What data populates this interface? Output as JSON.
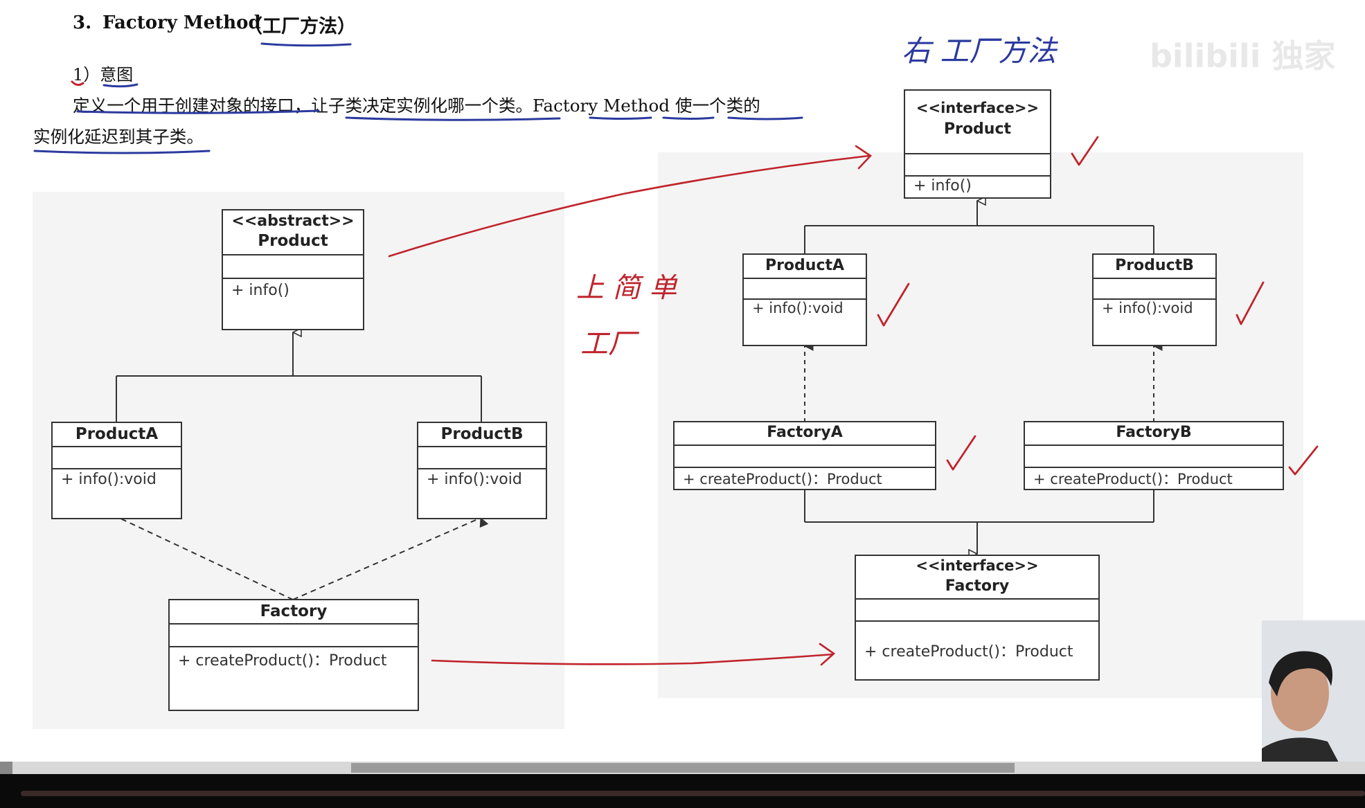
{
  "heading": {
    "number": "3.",
    "title": "Factory Method",
    "title_cn": "（工厂方法）"
  },
  "section": {
    "label": "1）意图"
  },
  "intent": {
    "line1": "定义一个用于创建对象的接口，让子类决定实例化哪一个类。Factory Method 使一个类的",
    "line2": "实例化延迟到其子类。"
  },
  "watermark": "bilibili 独家",
  "left_diagram": {
    "product": {
      "stereotype": "<<abstract>>",
      "name": "Product",
      "method": "+ info()"
    },
    "product_a": {
      "name": "ProductA",
      "method": "+ info():void"
    },
    "product_b": {
      "name": "ProductB",
      "method": "+ info():void"
    },
    "factory": {
      "name": "Factory",
      "method": "+ createProduct()：Product"
    }
  },
  "right_diagram": {
    "product": {
      "stereotype": "<<interface>>",
      "name": "Product",
      "method": "+ info()"
    },
    "product_a": {
      "name": "ProductA",
      "method": "+ info():void"
    },
    "product_b": {
      "name": "ProductB",
      "method": "+ info():void"
    },
    "factory_a": {
      "name": "FactoryA",
      "method": "+ createProduct()：Product"
    },
    "factory_b": {
      "name": "FactoryB",
      "method": "+ createProduct()：Product"
    },
    "factory": {
      "stereotype": "<<interface>>",
      "name": "Factory",
      "method": "+ createProduct()：Product"
    }
  },
  "annotations": {
    "right_note": "右 工厂方法",
    "left_note_1": "上 简 单",
    "left_note_2": "工厂"
  },
  "colors": {
    "ink_red": "#c0242c",
    "ink_blue": "#2b3a9e",
    "box_border": "#333333",
    "panel": "#f4f4f4"
  }
}
